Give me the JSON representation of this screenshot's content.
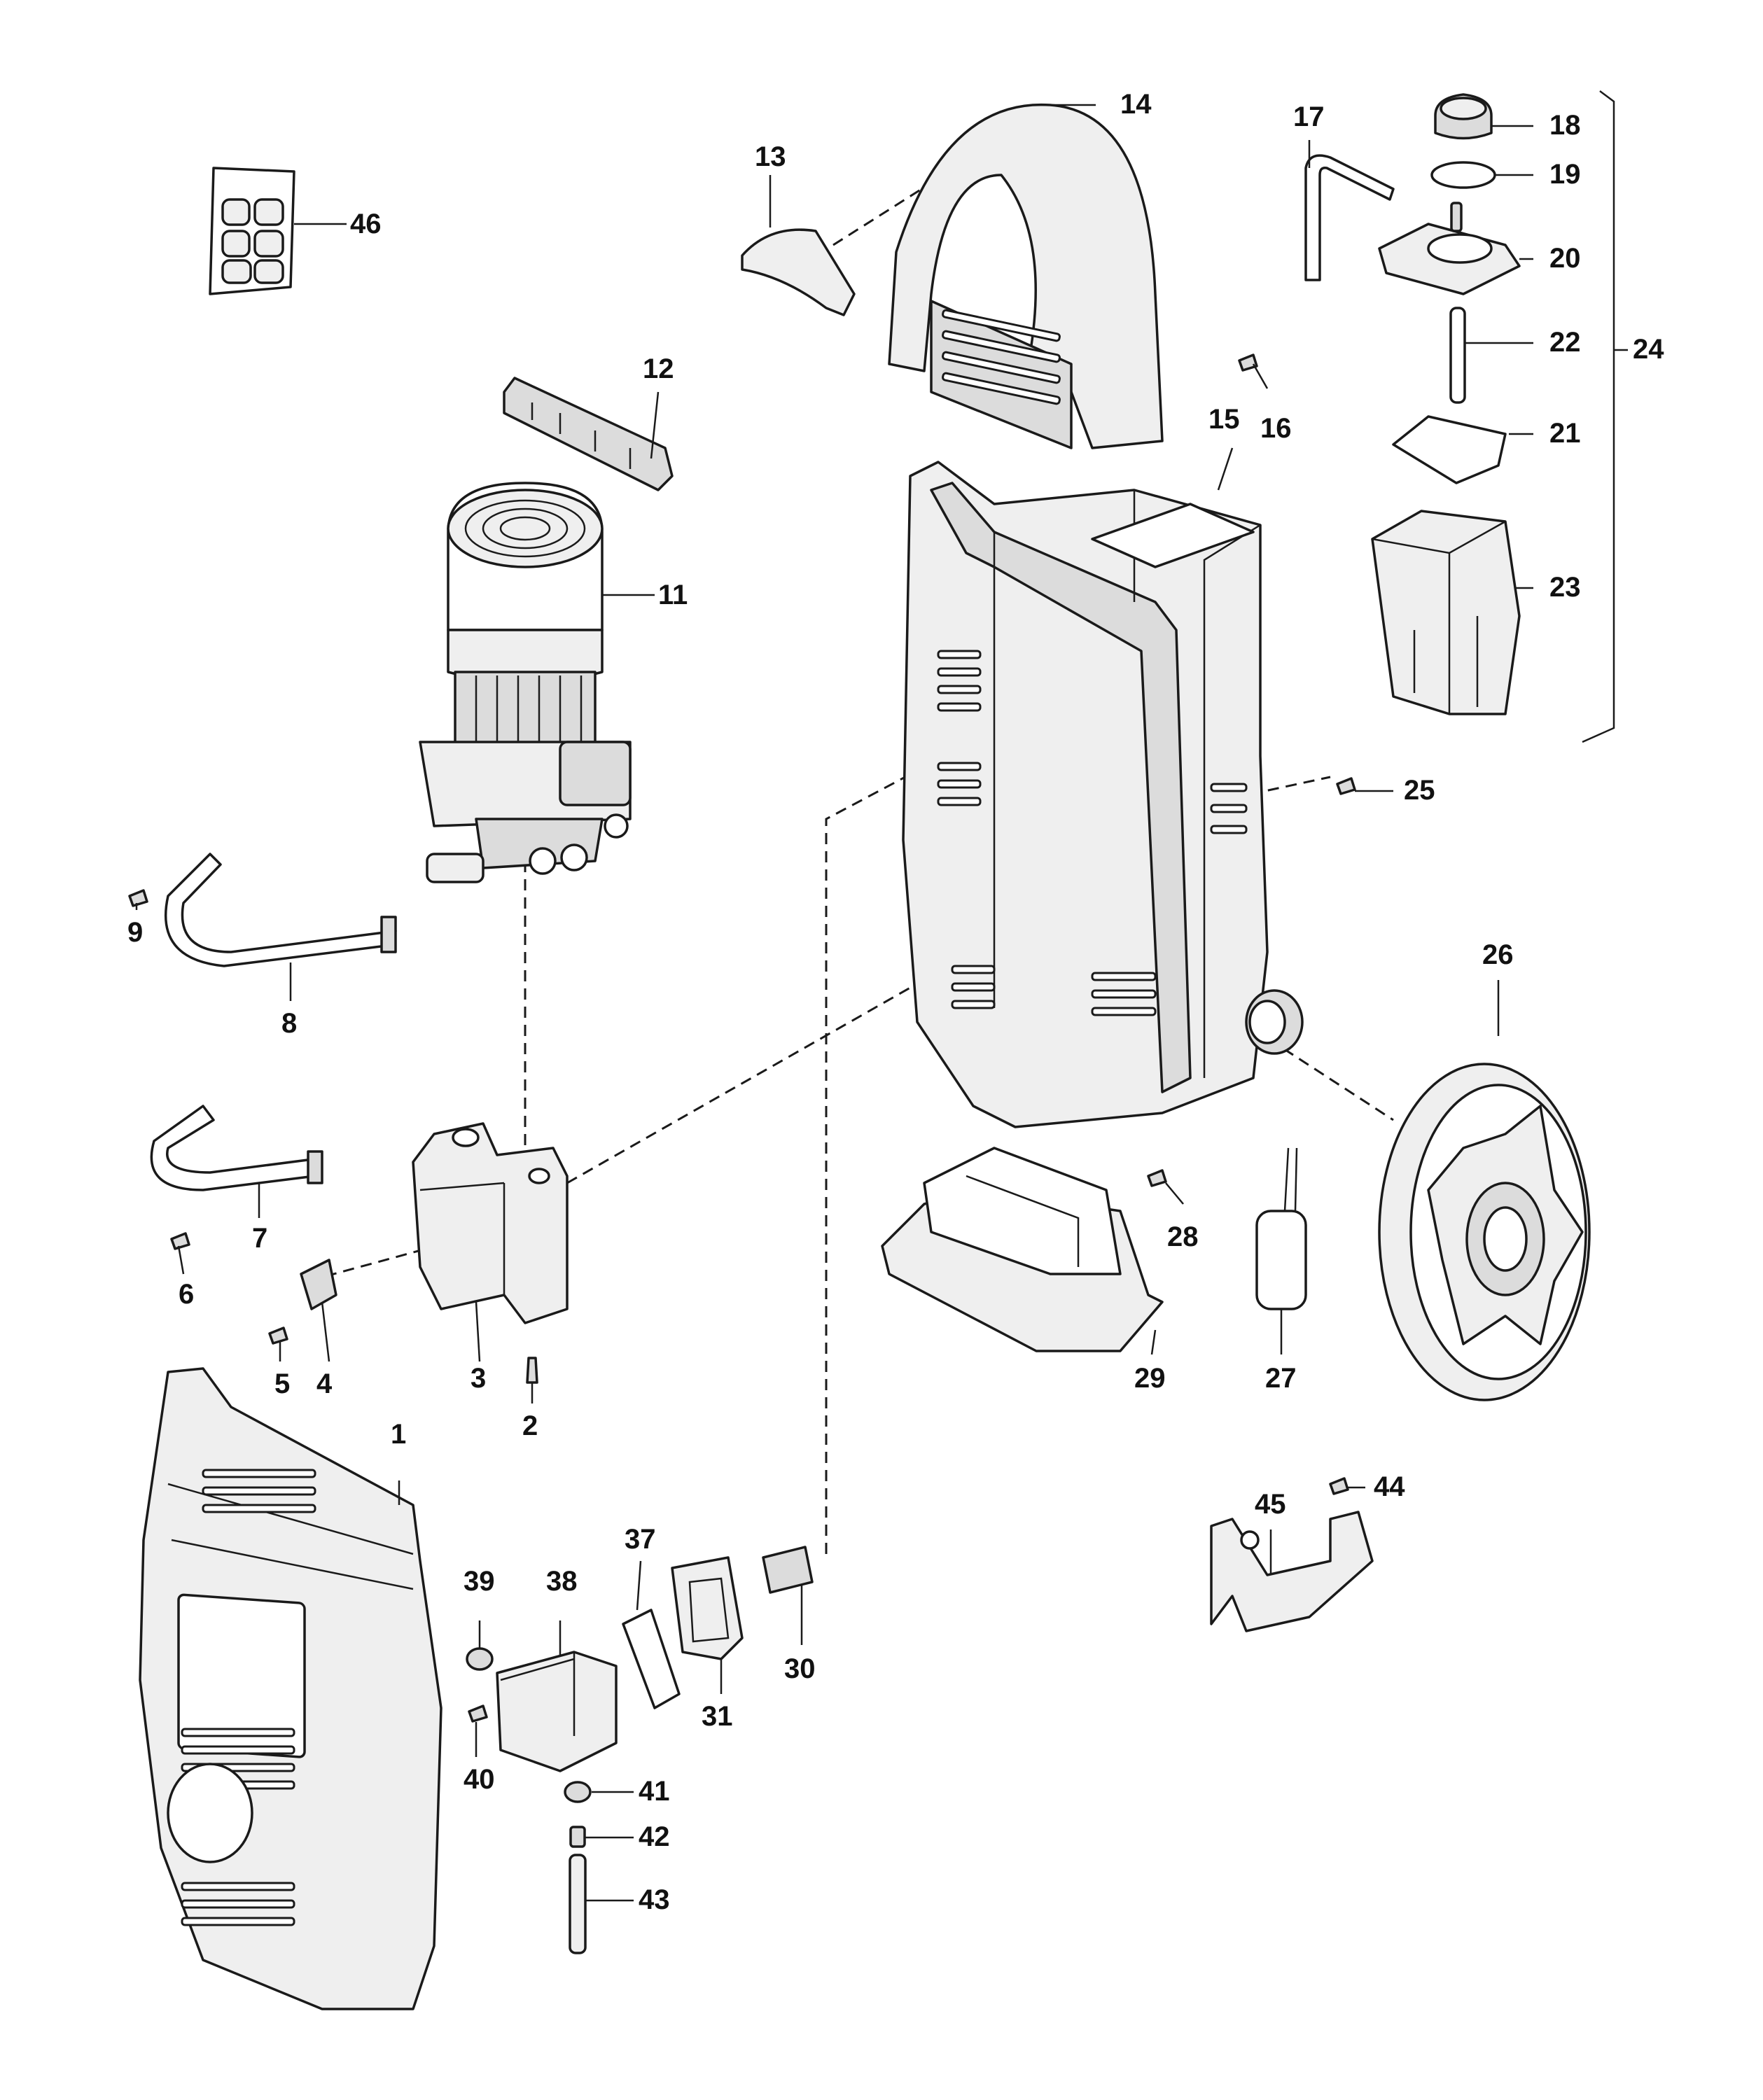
{
  "callouts": {
    "c1": "1",
    "c2": "2",
    "c3": "3",
    "c4": "4",
    "c5": "5",
    "c6": "6",
    "c7": "7",
    "c8": "8",
    "c9": "9",
    "c11": "11",
    "c12": "12",
    "c13": "13",
    "c14": "14",
    "c15": "15",
    "c16": "16",
    "c17": "17",
    "c18": "18",
    "c19": "19",
    "c20": "20",
    "c21": "21",
    "c22": "22",
    "c23": "23",
    "c24": "24",
    "c25": "25",
    "c26": "26",
    "c27": "27",
    "c28": "28",
    "c29": "29",
    "c30": "30",
    "c31": "31",
    "c37": "37",
    "c38": "38",
    "c39": "39",
    "c40": "40",
    "c41": "41",
    "c42": "42",
    "c43": "43",
    "c44": "44",
    "c45": "45",
    "c46": "46"
  },
  "colors": {
    "line": "#1a1a1a",
    "part_fill": "#dcdcdc",
    "background": "#ffffff"
  }
}
